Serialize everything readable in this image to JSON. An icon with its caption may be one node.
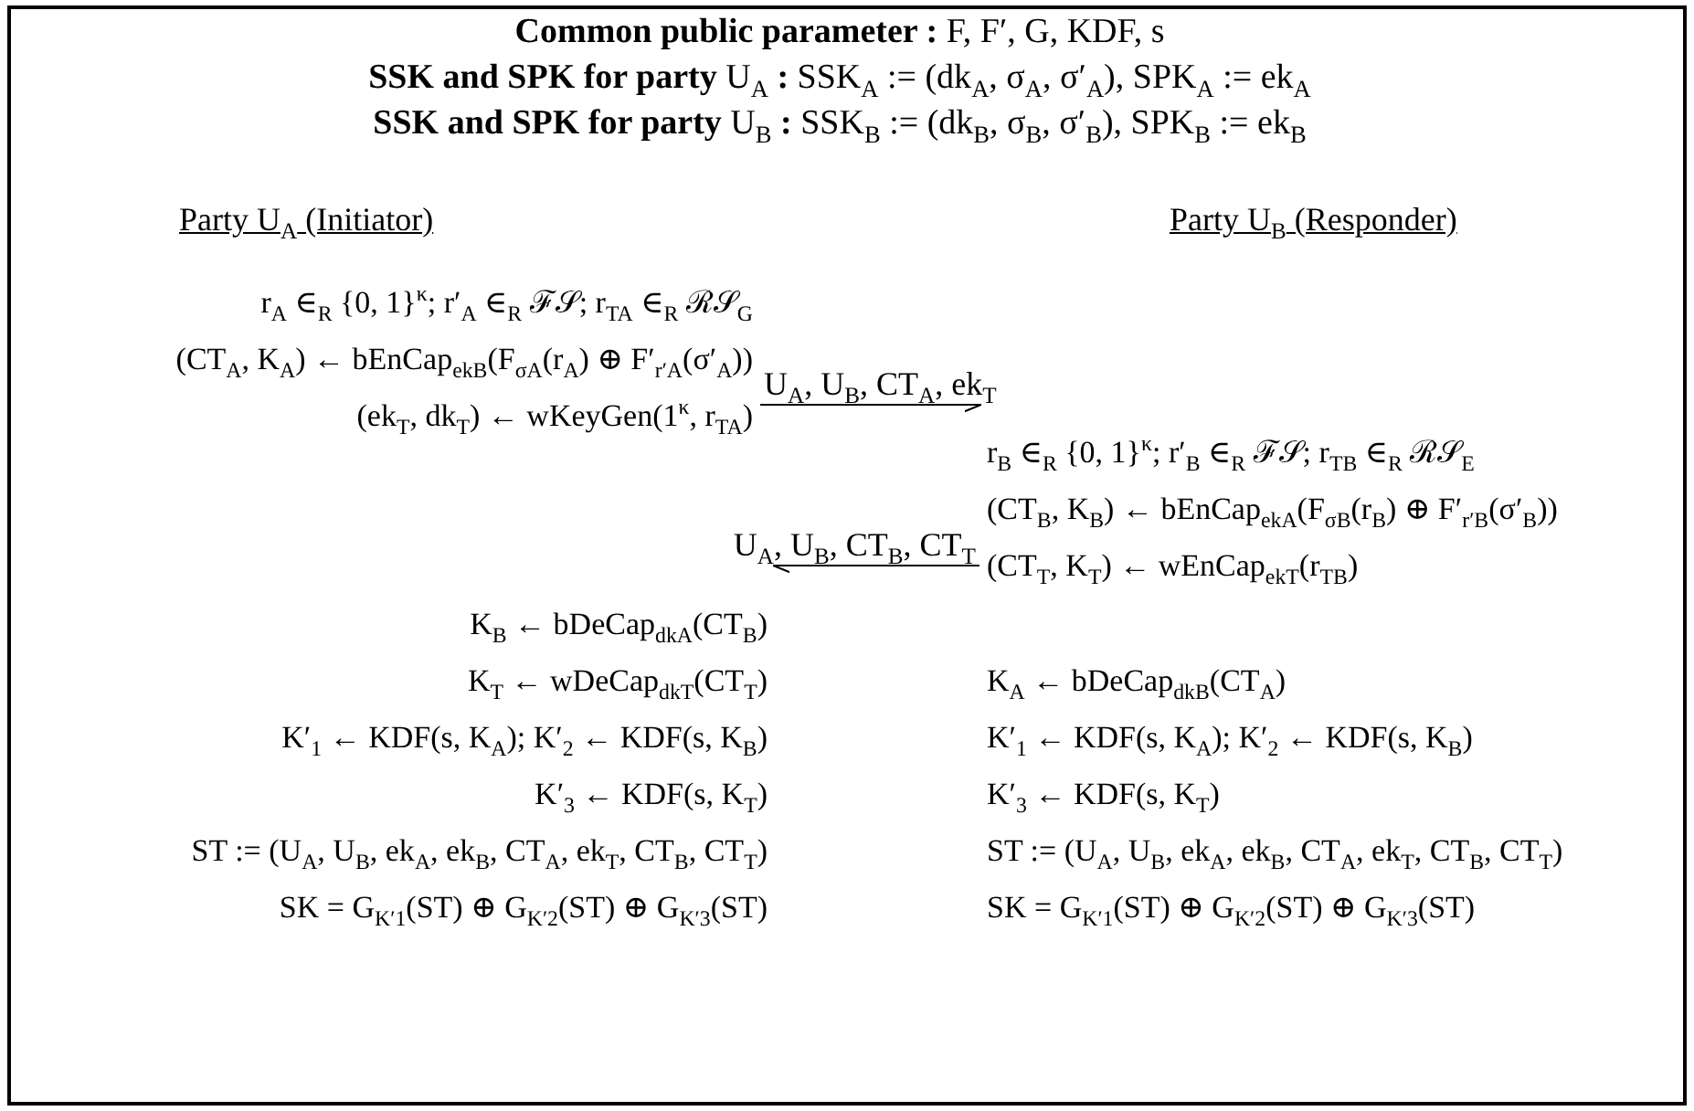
{
  "diagram": {
    "nodes": [
      {
        "text": [
          "r$_{A}$ ∈$_{R}$ {0, 1}$^{κ}$; r′$_{A}$ ∈$_{R}$ ℱ𝒮; r$_{TA}$ ∈$_{R}$ ℛ𝒮$_{G}$",
          "(CT$_{A}$, K$_{A}$) ← bEnCap$_{ekB}$(F$_{σA}$(r$_{A}$) ⊕ F′$_{r′A}$(σ′$_{A}$))",
          "(ek$_{T}$, dk$_{T}$) ← wKeyGen(1$^{κ}$, r$_{TA}$)"
        ]
      },
      {
        "text": [
          "r$_{B}$ ∈$_{R}$ {0, 1}$^{κ}$; r′$_{B}$ ∈$_{R}$ ℱ𝒮; r$_{TB}$ ∈$_{R}$ ℛ𝒮$_{E}$",
          "(CT$_{B}$, K$_{B}$) ← bEnCap$_{ekA}$(F$_{σB}$(r$_{B}$) ⊕ F′$_{r′B}$(σ′$_{B}$))",
          "(CT$_{T}$, K$_{T}$) ← wEnCap$_{ekT}$(r$_{TB}$)"
        ]
      },
      {
        "text": [
          "K$_{B}$ ← bDeCap$_{dkA}$(CT$_{B}$)",
          "K$_{T}$ ← wDeCap$_{dkT}$(CT$_{T}$)",
          "K′$_{1}$ ← KDF(s, K$_{A}$); K′$_{2}$ ← KDF(s, K$_{B}$)",
          "K′$_{3}$ ← KDF(s, K$_{T}$)",
          "ST := (U$_{A}$, U$_{B}$, ek$_{A}$, ek$_{B}$, CT$_{A}$, ek$_{T}$, CT$_{B}$, CT$_{T}$)",
          "SK = G$_{K′1}$(ST) ⊕ G$_{K′2}$(ST) ⊕ G$_{K′3}$(ST)"
        ]
      },
      {
        "text": [
          "K$_{A}$ ← bDeCap$_{dkB}$(CT$_{A}$)",
          "K′$_{1}$ ← KDF(s, K$_{A}$); K′$_{2}$ ← KDF(s, K$_{B}$)",
          "K′$_{3}$ ← KDF(s, K$_{T}$)",
          "ST := (U$_{A}$, U$_{B}$, ek$_{A}$, ek$_{B}$, CT$_{A}$, ek$_{T}$, CT$_{B}$, CT$_{T}$)",
          "SK = G$_{K′1}$(ST) ⊕ G$_{K′2}$(ST) ⊕ G$_{K′3}$(ST)"
        ]
      }
    ],
    "edges": [
      {
        "from": 0,
        "to": 1,
        "arrow": "to",
        "label": "U$_{A}$, U$_{B}$, CT$_{A}$, ek$_{T}$"
      },
      {
        "from": 1,
        "to": 2,
        "arrow": "to",
        "label": "U$_{A}$, U$_{B}$, CT$_{B}$, CT$_{T}$"
      }
    ],
    "labels": [
      "**Common public parameter :** F, F′, G, KDF, s",
      "**SSK and SPK for party** U$_{A}$ **:** SSK$_{A}$ := (dk$_{A}$, σ$_{A}$, σ′$_{A}$), SPK$_{A}$ := ek$_{A}$",
      "**SSK and SPK for party** U$_{B}$ **:** SSK$_{B}$ := (dk$_{B}$, σ$_{B}$, σ′$_{B}$), SPK$_{B}$ := ek$_{B}$",
      "Party U$_{A}$ (Initiator)",
      "Party U$_{B}$ (Responder)"
    ]
  }
}
